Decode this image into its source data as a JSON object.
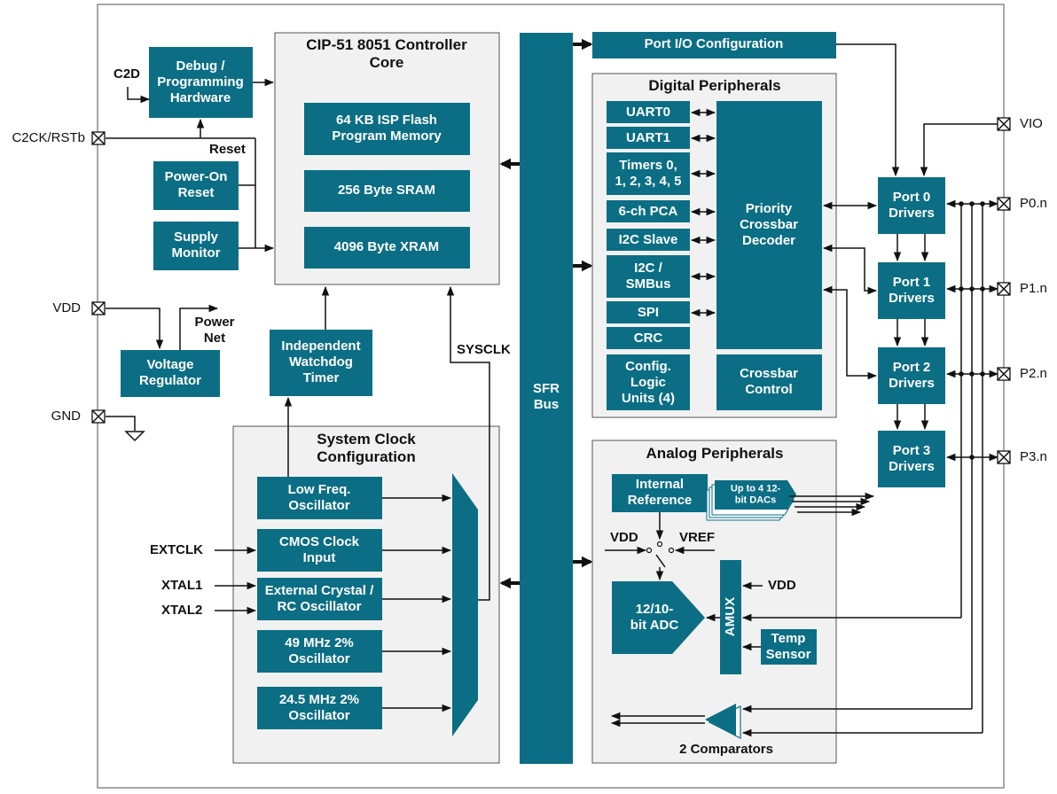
{
  "core": {
    "title": [
      "CIP-51 8051 Controller",
      "Core"
    ],
    "flash": [
      "64 KB ISP Flash",
      "Program Memory"
    ],
    "sram": [
      "256 Byte SRAM"
    ],
    "xram": [
      "4096 Byte XRAM"
    ]
  },
  "left_blocks": {
    "debug": [
      "Debug /",
      "Programming",
      "Hardware"
    ],
    "por": [
      "Power-On",
      "Reset"
    ],
    "supply": [
      "Supply",
      "Monitor"
    ],
    "regulator": [
      "Voltage",
      "Regulator"
    ],
    "watchdog": [
      "Independent",
      "Watchdog",
      "Timer"
    ]
  },
  "clock": {
    "title": [
      "System Clock",
      "Configuration"
    ],
    "lfo": [
      "Low Freq.",
      "Oscillator"
    ],
    "cmos": [
      "CMOS Clock",
      "Input"
    ],
    "xtal": [
      "External Crystal /",
      "RC Oscillator"
    ],
    "osc49": [
      "49 MHz 2%",
      "Oscillator"
    ],
    "osc245": [
      "24.5 MHz 2%",
      "Oscillator"
    ]
  },
  "sfr": [
    "SFR",
    "Bus"
  ],
  "port_io": [
    "Port I/O Configuration"
  ],
  "digital": {
    "title": [
      "Digital Peripherals"
    ],
    "uart0": [
      "UART0"
    ],
    "uart1": [
      "UART1"
    ],
    "timers": [
      "Timers 0,",
      "1, 2, 3, 4, 5"
    ],
    "pca": [
      "6-ch PCA"
    ],
    "i2c_slave": [
      "I2C Slave"
    ],
    "smbus": [
      "I2C /",
      "SMBus"
    ],
    "spi": [
      "SPI"
    ],
    "crc": [
      "CRC"
    ],
    "clu": [
      "Config.",
      "Logic",
      "Units (4)"
    ],
    "decoder": [
      "Priority",
      "Crossbar",
      "Decoder"
    ],
    "xbar_ctrl": [
      "Crossbar",
      "Control"
    ]
  },
  "ports": {
    "p0": [
      "Port 0",
      "Drivers"
    ],
    "p1": [
      "Port 1",
      "Drivers"
    ],
    "p2": [
      "Port 2",
      "Drivers"
    ],
    "p3": [
      "Port 3",
      "Drivers"
    ]
  },
  "analog": {
    "title": [
      "Analog Peripherals"
    ],
    "ref": [
      "Internal",
      "Reference"
    ],
    "dacs": [
      "Up to 4 12-",
      "bit DACs"
    ],
    "adc": [
      "12/10-",
      "bit ADC"
    ],
    "amux": [
      "AMUX"
    ],
    "temp": [
      "Temp",
      "Sensor"
    ],
    "comparators": [
      "2 Comparators"
    ]
  },
  "labels": {
    "c2d": "C2D",
    "c2ck": "C2CK/RSTb",
    "reset": "Reset",
    "vdd": "VDD",
    "gnd": "GND",
    "power_net": [
      "Power",
      "Net"
    ],
    "sysclk": "SYSCLK",
    "extclk": "EXTCLK",
    "xtal1": "XTAL1",
    "xtal2": "XTAL2",
    "vio": "VIO",
    "p0n": "P0.n",
    "p1n": "P1.n",
    "p2n": "P2.n",
    "p3n": "P3.n",
    "adc_vdd": "VDD",
    "vref": "VREF",
    "amux_vdd": "VDD"
  },
  "colors": {
    "block": "#0b6e84",
    "group_bg": "#f1f1f1",
    "line": "#111111"
  }
}
